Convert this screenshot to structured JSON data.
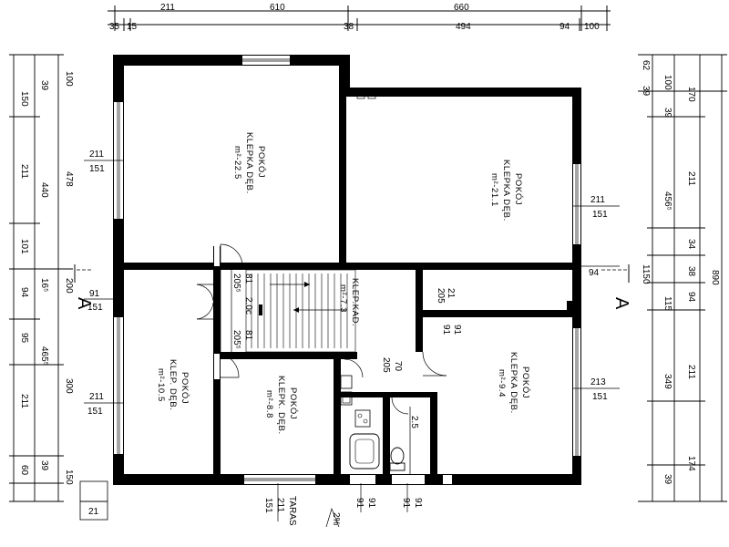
{
  "dimensions": {
    "top": [
      {
        "id": "t1",
        "label": "211"
      },
      {
        "id": "t2",
        "label": "610"
      },
      {
        "id": "t3",
        "label": "660"
      },
      {
        "id": "t4",
        "label": "35"
      },
      {
        "id": "t5",
        "label": "15"
      },
      {
        "id": "t6",
        "label": "38"
      },
      {
        "id": "t7",
        "label": "494"
      },
      {
        "id": "t8",
        "label": "94"
      },
      {
        "id": "t9",
        "label": "100"
      }
    ],
    "left": [
      {
        "id": "l1",
        "label": "150"
      },
      {
        "id": "l2",
        "label": "211"
      },
      {
        "id": "l3",
        "label": "101"
      },
      {
        "id": "l4",
        "label": "94"
      },
      {
        "id": "l5",
        "label": "95"
      },
      {
        "id": "l6",
        "label": "211"
      },
      {
        "id": "l7",
        "label": "60"
      },
      {
        "id": "l8",
        "label": "39"
      },
      {
        "id": "l9",
        "label": "440"
      },
      {
        "id": "l10",
        "label": "16⁵"
      },
      {
        "id": "l11",
        "label": "465⁵"
      },
      {
        "id": "l12",
        "label": "39"
      },
      {
        "id": "l13",
        "label": "100"
      },
      {
        "id": "l14",
        "label": "478"
      },
      {
        "id": "l15",
        "label": "200"
      },
      {
        "id": "l16",
        "label": "300"
      },
      {
        "id": "l17",
        "label": "150"
      }
    ],
    "right": [
      {
        "id": "r1",
        "label": "62"
      },
      {
        "id": "r2",
        "label": "39"
      },
      {
        "id": "r3",
        "label": "100"
      },
      {
        "id": "r4",
        "label": "39"
      },
      {
        "id": "r5",
        "label": "456⁵"
      },
      {
        "id": "r6",
        "label": "1150"
      },
      {
        "id": "r7",
        "label": "34"
      },
      {
        "id": "r8",
        "label": "38"
      },
      {
        "id": "r9",
        "label": "94"
      },
      {
        "id": "r10",
        "label": "115"
      },
      {
        "id": "r11",
        "label": "349"
      },
      {
        "id": "r12",
        "label": "39"
      },
      {
        "id": "r13",
        "label": "170"
      },
      {
        "id": "r14",
        "label": "211"
      },
      {
        "id": "r15",
        "label": "211"
      },
      {
        "id": "r16",
        "label": "174"
      },
      {
        "id": "r17",
        "label": "890"
      }
    ],
    "openings": [
      {
        "id": "o1",
        "label": "211"
      },
      {
        "id": "o2",
        "label": "151"
      },
      {
        "id": "o3",
        "label": "91"
      },
      {
        "id": "o4",
        "label": "151"
      },
      {
        "id": "o5",
        "label": "211"
      },
      {
        "id": "o6",
        "label": "151"
      },
      {
        "id": "o7",
        "label": "211"
      },
      {
        "id": "o8",
        "label": "151"
      },
      {
        "id": "o9",
        "label": "213"
      },
      {
        "id": "o10",
        "label": "151"
      },
      {
        "id": "o11",
        "label": "94"
      },
      {
        "id": "o12",
        "label": "21"
      },
      {
        "id": "o13",
        "label": "205"
      },
      {
        "id": "o14",
        "label": "91"
      },
      {
        "id": "o15",
        "label": "91"
      },
      {
        "id": "o16",
        "label": "70"
      },
      {
        "id": "o17",
        "label": "205"
      },
      {
        "id": "o18",
        "label": "81"
      },
      {
        "id": "o19",
        "label": "205⁵"
      },
      {
        "id": "o20",
        "label": "2.0c"
      },
      {
        "id": "o21",
        "label": "81"
      },
      {
        "id": "o22",
        "label": "205⁵"
      },
      {
        "id": "o23",
        "label": "2.5"
      },
      {
        "id": "o24",
        "label": "151"
      },
      {
        "id": "o25",
        "label": "211"
      },
      {
        "id": "o26",
        "label": "91"
      },
      {
        "id": "o27",
        "label": "91"
      },
      {
        "id": "o28",
        "label": "91"
      },
      {
        "id": "o29",
        "label": "91"
      },
      {
        "id": "o30",
        "label": "21"
      }
    ]
  },
  "rooms": {
    "r1": {
      "name": "POKÓJ",
      "floor": "KLEPKA DĘB.",
      "area": "m²-22.5"
    },
    "r2": {
      "name": "POKÓJ",
      "floor": "KLEPKA DĘB.",
      "area": "m²-21.1"
    },
    "r3": {
      "name": "KLEP.KAD.",
      "area": "m²-7.3"
    },
    "r4": {
      "name": "POKÓJ",
      "floor": "KLEP. DĘB.",
      "area": "m²-10.5"
    },
    "r5": {
      "name": "POKÓJ",
      "floor": "KLEPK. DĘB.",
      "area": "m²-8.8"
    },
    "r6": {
      "name": "POKÓJ",
      "floor": "KLEPKA DĘB.",
      "area": "m²-9.4"
    }
  },
  "labels": {
    "terrace": "TARAS",
    "slope": "2%",
    "section_a_left": "A",
    "section_a_right": "A"
  }
}
